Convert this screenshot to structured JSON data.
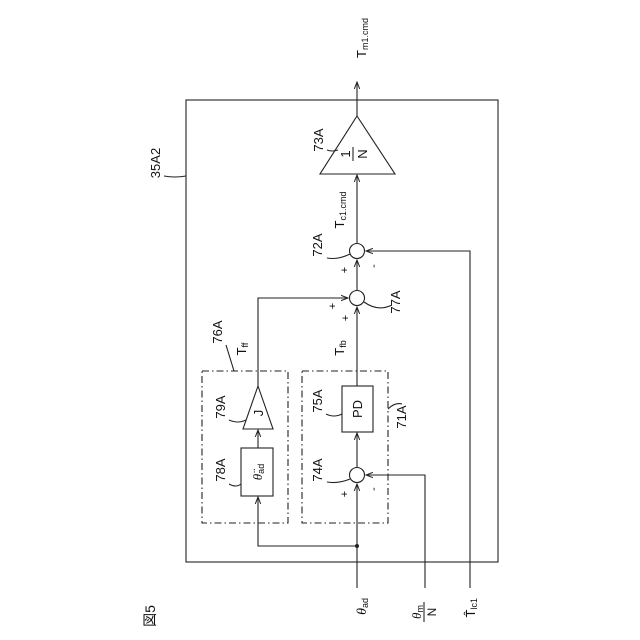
{
  "figure": {
    "title": "図5",
    "controller_label": "35A2",
    "feedforward_label": "76A",
    "feedback_label": "71A"
  },
  "blocks": {
    "gain_1_over_n": {
      "ref": "73A",
      "numerator": "1",
      "denominator": "N"
    },
    "pd": {
      "ref": "75A",
      "text": "PD"
    },
    "inertia": {
      "ref": "79A",
      "text": "J"
    },
    "accel": {
      "ref": "78A",
      "text": "θ̈",
      "sub": "ad"
    }
  },
  "junctions": {
    "sum_72A": {
      "ref": "72A",
      "sign_in": "+",
      "sign_sub": "-"
    },
    "sum_77A": {
      "ref": "77A",
      "sign_a": "+",
      "sign_b": "+"
    },
    "sum_74A": {
      "ref": "74A",
      "sign_in": "+",
      "sign_sub": "-"
    }
  },
  "signals": {
    "output": {
      "main": "T",
      "sub": "m1.cmd"
    },
    "tc1": {
      "main": "T",
      "sub": "c1.cmd"
    },
    "tfb": {
      "main": "T",
      "sub": "fb"
    },
    "tff": {
      "main": "T",
      "sub": "ff"
    },
    "theta_ad": {
      "main": "θ",
      "sub": "ad"
    },
    "theta_m": {
      "main": "θ",
      "sub": "m",
      "den": "N"
    },
    "tlc1": {
      "main": "T̂",
      "sub": "lc1"
    }
  }
}
